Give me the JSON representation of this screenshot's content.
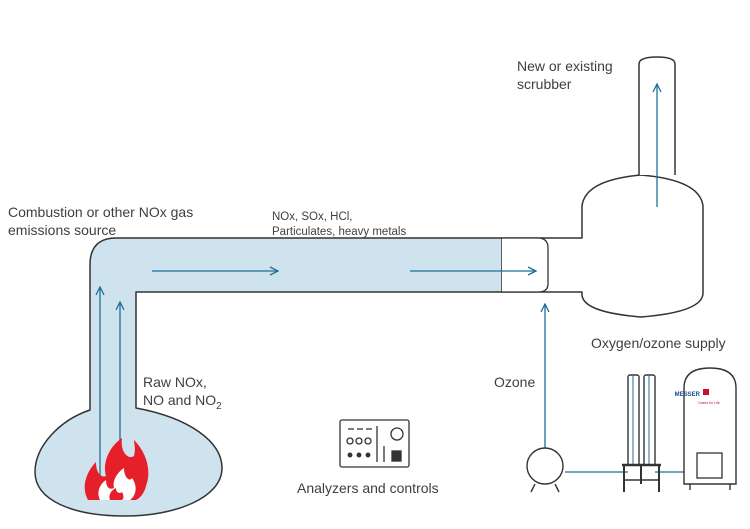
{
  "labels": {
    "scrubber_line1": "New or existing",
    "scrubber_line2": "scrubber",
    "source_line1": "Combustion or other NOx gas",
    "source_line2": "emissions source",
    "gases_line1": "NOx, SOx, HCl,",
    "gases_line2": "Particulates, heavy metals",
    "raw_line1": "Raw NOx,",
    "raw_line2_prefix": "NO and NO",
    "raw_line2_sub": "2",
    "ozone": "Ozone",
    "supply": "Oxygen/ozone supply",
    "analyzers": "Analyzers and controls",
    "tank_brand": "MESSER",
    "tank_tagline": "Gases for Life"
  },
  "colors": {
    "duct_fill": "#cfe3ef",
    "outline": "#333333",
    "arrow": "#1f6e96",
    "flame": "#e5202a",
    "brand_red": "#c8102e",
    "brand_blue": "#1a4d8f"
  },
  "icons": {
    "flame": "flame-icon",
    "ozone_generator": "ozone-generator-icon",
    "oxygen_tank": "oxygen-tank-icon",
    "pump": "pump-icon",
    "control_panel": "control-panel-icon"
  }
}
